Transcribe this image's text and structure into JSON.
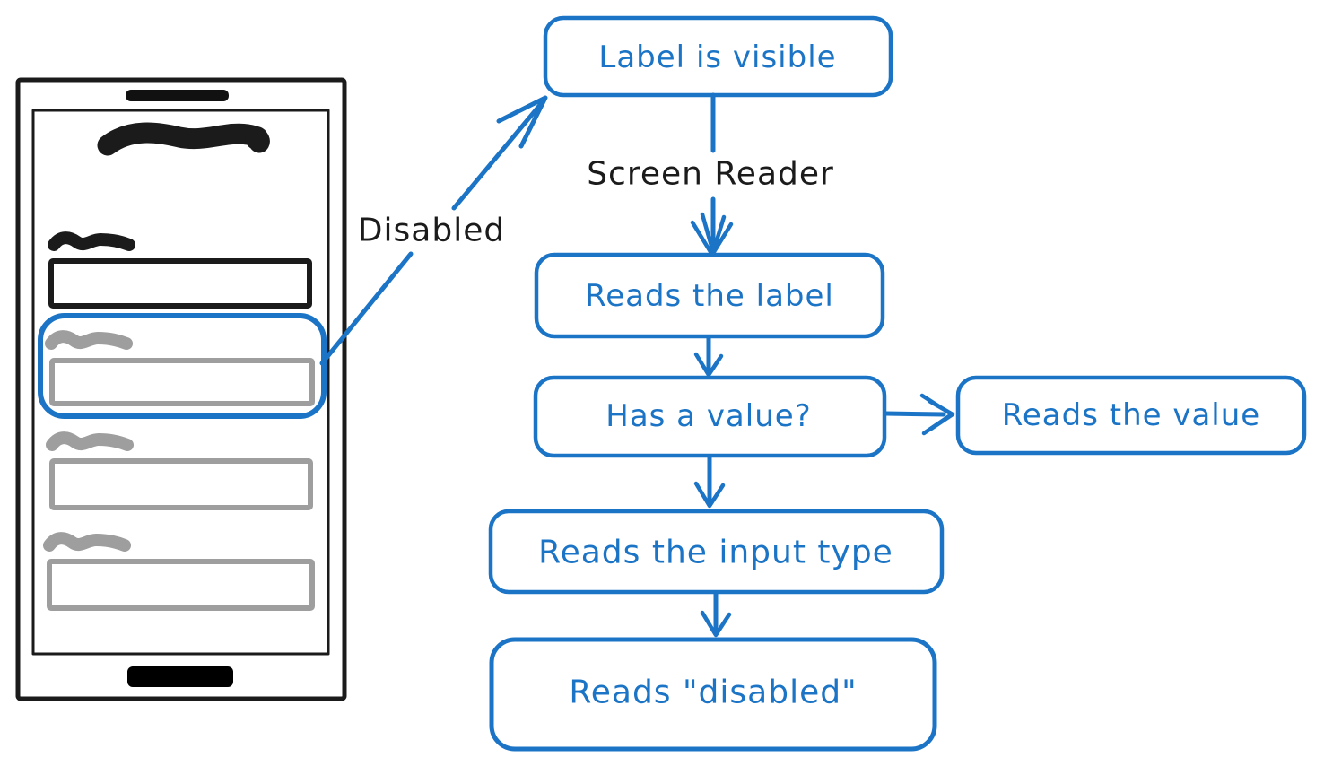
{
  "colors": {
    "blue": "#1b74c5",
    "black": "#1b1b1b",
    "gray": "#9e9e9e",
    "background": "#ffffff"
  },
  "flowchart": {
    "nodes": [
      {
        "id": "label-visible",
        "label": "Label is visible"
      },
      {
        "id": "reads-label",
        "label": "Reads the label"
      },
      {
        "id": "has-value",
        "label": "Has a value?"
      },
      {
        "id": "reads-value",
        "label": "Reads the value"
      },
      {
        "id": "reads-input-type",
        "label": "Reads the input type"
      },
      {
        "id": "reads-disabled",
        "label": "Reads \"disabled\""
      }
    ],
    "edge_labels": [
      {
        "id": "screen-reader",
        "label": "Screen Reader"
      },
      {
        "id": "disabled",
        "label": "Disabled"
      }
    ]
  }
}
